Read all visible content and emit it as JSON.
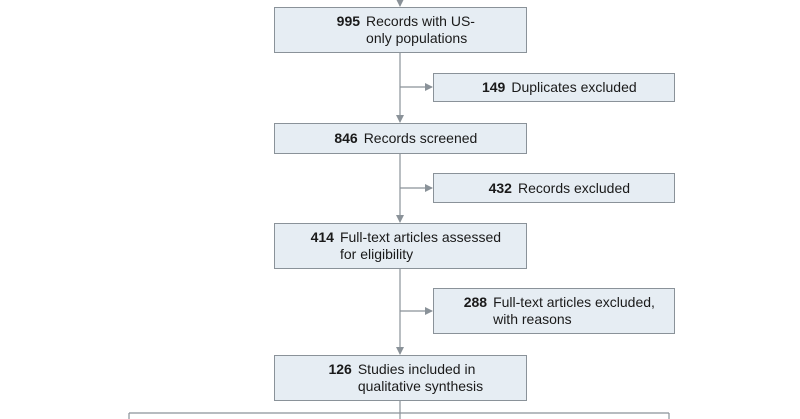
{
  "diagram": {
    "us_only": {
      "count": "995",
      "text_line1": "Records with US-",
      "text_line2": "only populations"
    },
    "duplicates": {
      "count": "149",
      "text": "Duplicates excluded"
    },
    "screened": {
      "count": "846",
      "text": "Records screened"
    },
    "records_excluded": {
      "count": "432",
      "text": "Records excluded"
    },
    "full_text": {
      "count": "414",
      "text_line1": "Full-text articles assessed",
      "text_line2": "for eligibility"
    },
    "full_text_excluded": {
      "count": "288",
      "text_line1": "Full-text articles excluded,",
      "text_line2": "with reasons"
    },
    "included": {
      "count": "126",
      "text_line1": "Studies included in",
      "text_line2": "qualitative synthesis"
    }
  },
  "colors": {
    "box_fill": "#e6edf3",
    "box_border": "#8a9299",
    "connector": "#8a9299"
  }
}
